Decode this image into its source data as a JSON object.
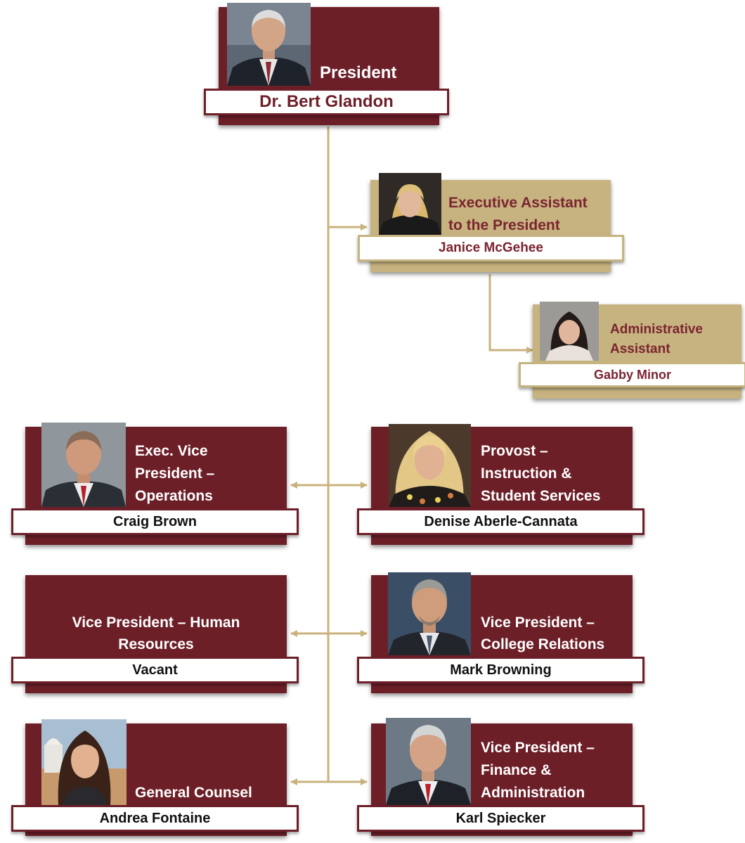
{
  "colors": {
    "maroon": "#6d1f28",
    "gold": "#c6b380",
    "connector": "#c9b27c"
  },
  "president": {
    "title": "President",
    "name": "Dr. Bert Glandon",
    "photo": "portrait-man-suit"
  },
  "exec_assistant": {
    "title_line1": "Executive Assistant",
    "title_line2": "to the President",
    "name": "Janice McGehee",
    "photo": "portrait-woman-blonde"
  },
  "admin_assistant": {
    "title_line1": "Administrative",
    "title_line2": "Assistant",
    "name": "Gabby Minor",
    "photo": "portrait-woman-dark-hair"
  },
  "exec_vp_ops": {
    "title_line1": "Exec. Vice",
    "title_line2": "President –",
    "title_line3": "Operations",
    "name": "Craig Brown",
    "photo": "portrait-man-suit"
  },
  "provost": {
    "title_line1": "Provost –",
    "title_line2": "Instruction &",
    "title_line3": "Student Services",
    "name": "Denise Aberle-Cannata",
    "photo": "portrait-woman-blonde"
  },
  "vp_hr": {
    "title_line1": "Vice President – Human",
    "title_line2": "Resources",
    "name": "Vacant"
  },
  "vp_college_relations": {
    "title_line1": "Vice President –",
    "title_line2": "College Relations",
    "name": "Mark Browning",
    "photo": "portrait-man-suit"
  },
  "general_counsel": {
    "title": "General Counsel",
    "name": "Andrea Fontaine",
    "photo": "portrait-woman-dark-hair"
  },
  "vp_finance": {
    "title_line1": "Vice President –",
    "title_line2": "Finance &",
    "title_line3": "Administration",
    "name": "Karl Spiecker",
    "photo": "portrait-man-suit"
  }
}
